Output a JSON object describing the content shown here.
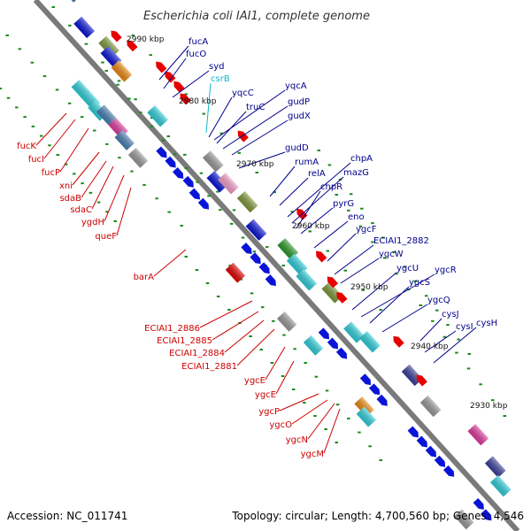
{
  "title": "Escherichia coli IAI1, complete genome",
  "accession": "Accession: NC_011741",
  "topology": "Topology: circular; Length: 4,700,560 bp; Genes: 4,546",
  "colors": {
    "blue": "#0a14d8",
    "red": "#e60000",
    "cyan": "#2fd0dc",
    "dark_blue_gene": "#3b3f9a",
    "gray": "#9a9a9a",
    "green": "#2a9a2a",
    "olive": "#7f9a3a",
    "magenta": "#e23aa0",
    "orange": "#ee8a10",
    "pink": "#f4a0c8",
    "steel": "#4a7fb4",
    "label_blue": "#00008b",
    "label_red": "#cc0000",
    "label_cyan": "#10b8cc",
    "backbone": "#7a7a7a",
    "tick": "#1a8a1a"
  },
  "kbp_labels": [
    "2990 kbp",
    "2980 kbp",
    "2970 kbp",
    "2960 kbp",
    "2950 kbp",
    "2940 kbp",
    "2930 kbp"
  ],
  "genes_upper": [
    "fucA",
    "fucO",
    "syd",
    "csrB",
    "yqcC",
    "yqcA",
    "truC",
    "gudP",
    "gudX",
    "gudD",
    "rumA",
    "relA",
    "chpA",
    "mazG",
    "chpR",
    "pyrG",
    "eno",
    "ygcF",
    "ECIAI1_2882",
    "ygcW",
    "ygcU",
    "ygcR",
    "ygcS",
    "ygcQ",
    "cysJ",
    "cysI",
    "cysH"
  ],
  "genes_lower": [
    "fucK",
    "fucI",
    "fucP",
    "xni",
    "sdaB",
    "sdaC",
    "ygdH",
    "queF",
    "barA",
    "ECIAI1_2886",
    "ECIAI1_2885",
    "ECIAI1_2884",
    "ECIAI1_2881",
    "ygcE",
    "ygcE",
    "ygcP",
    "ygcO",
    "ygcN",
    "ygcM"
  ]
}
